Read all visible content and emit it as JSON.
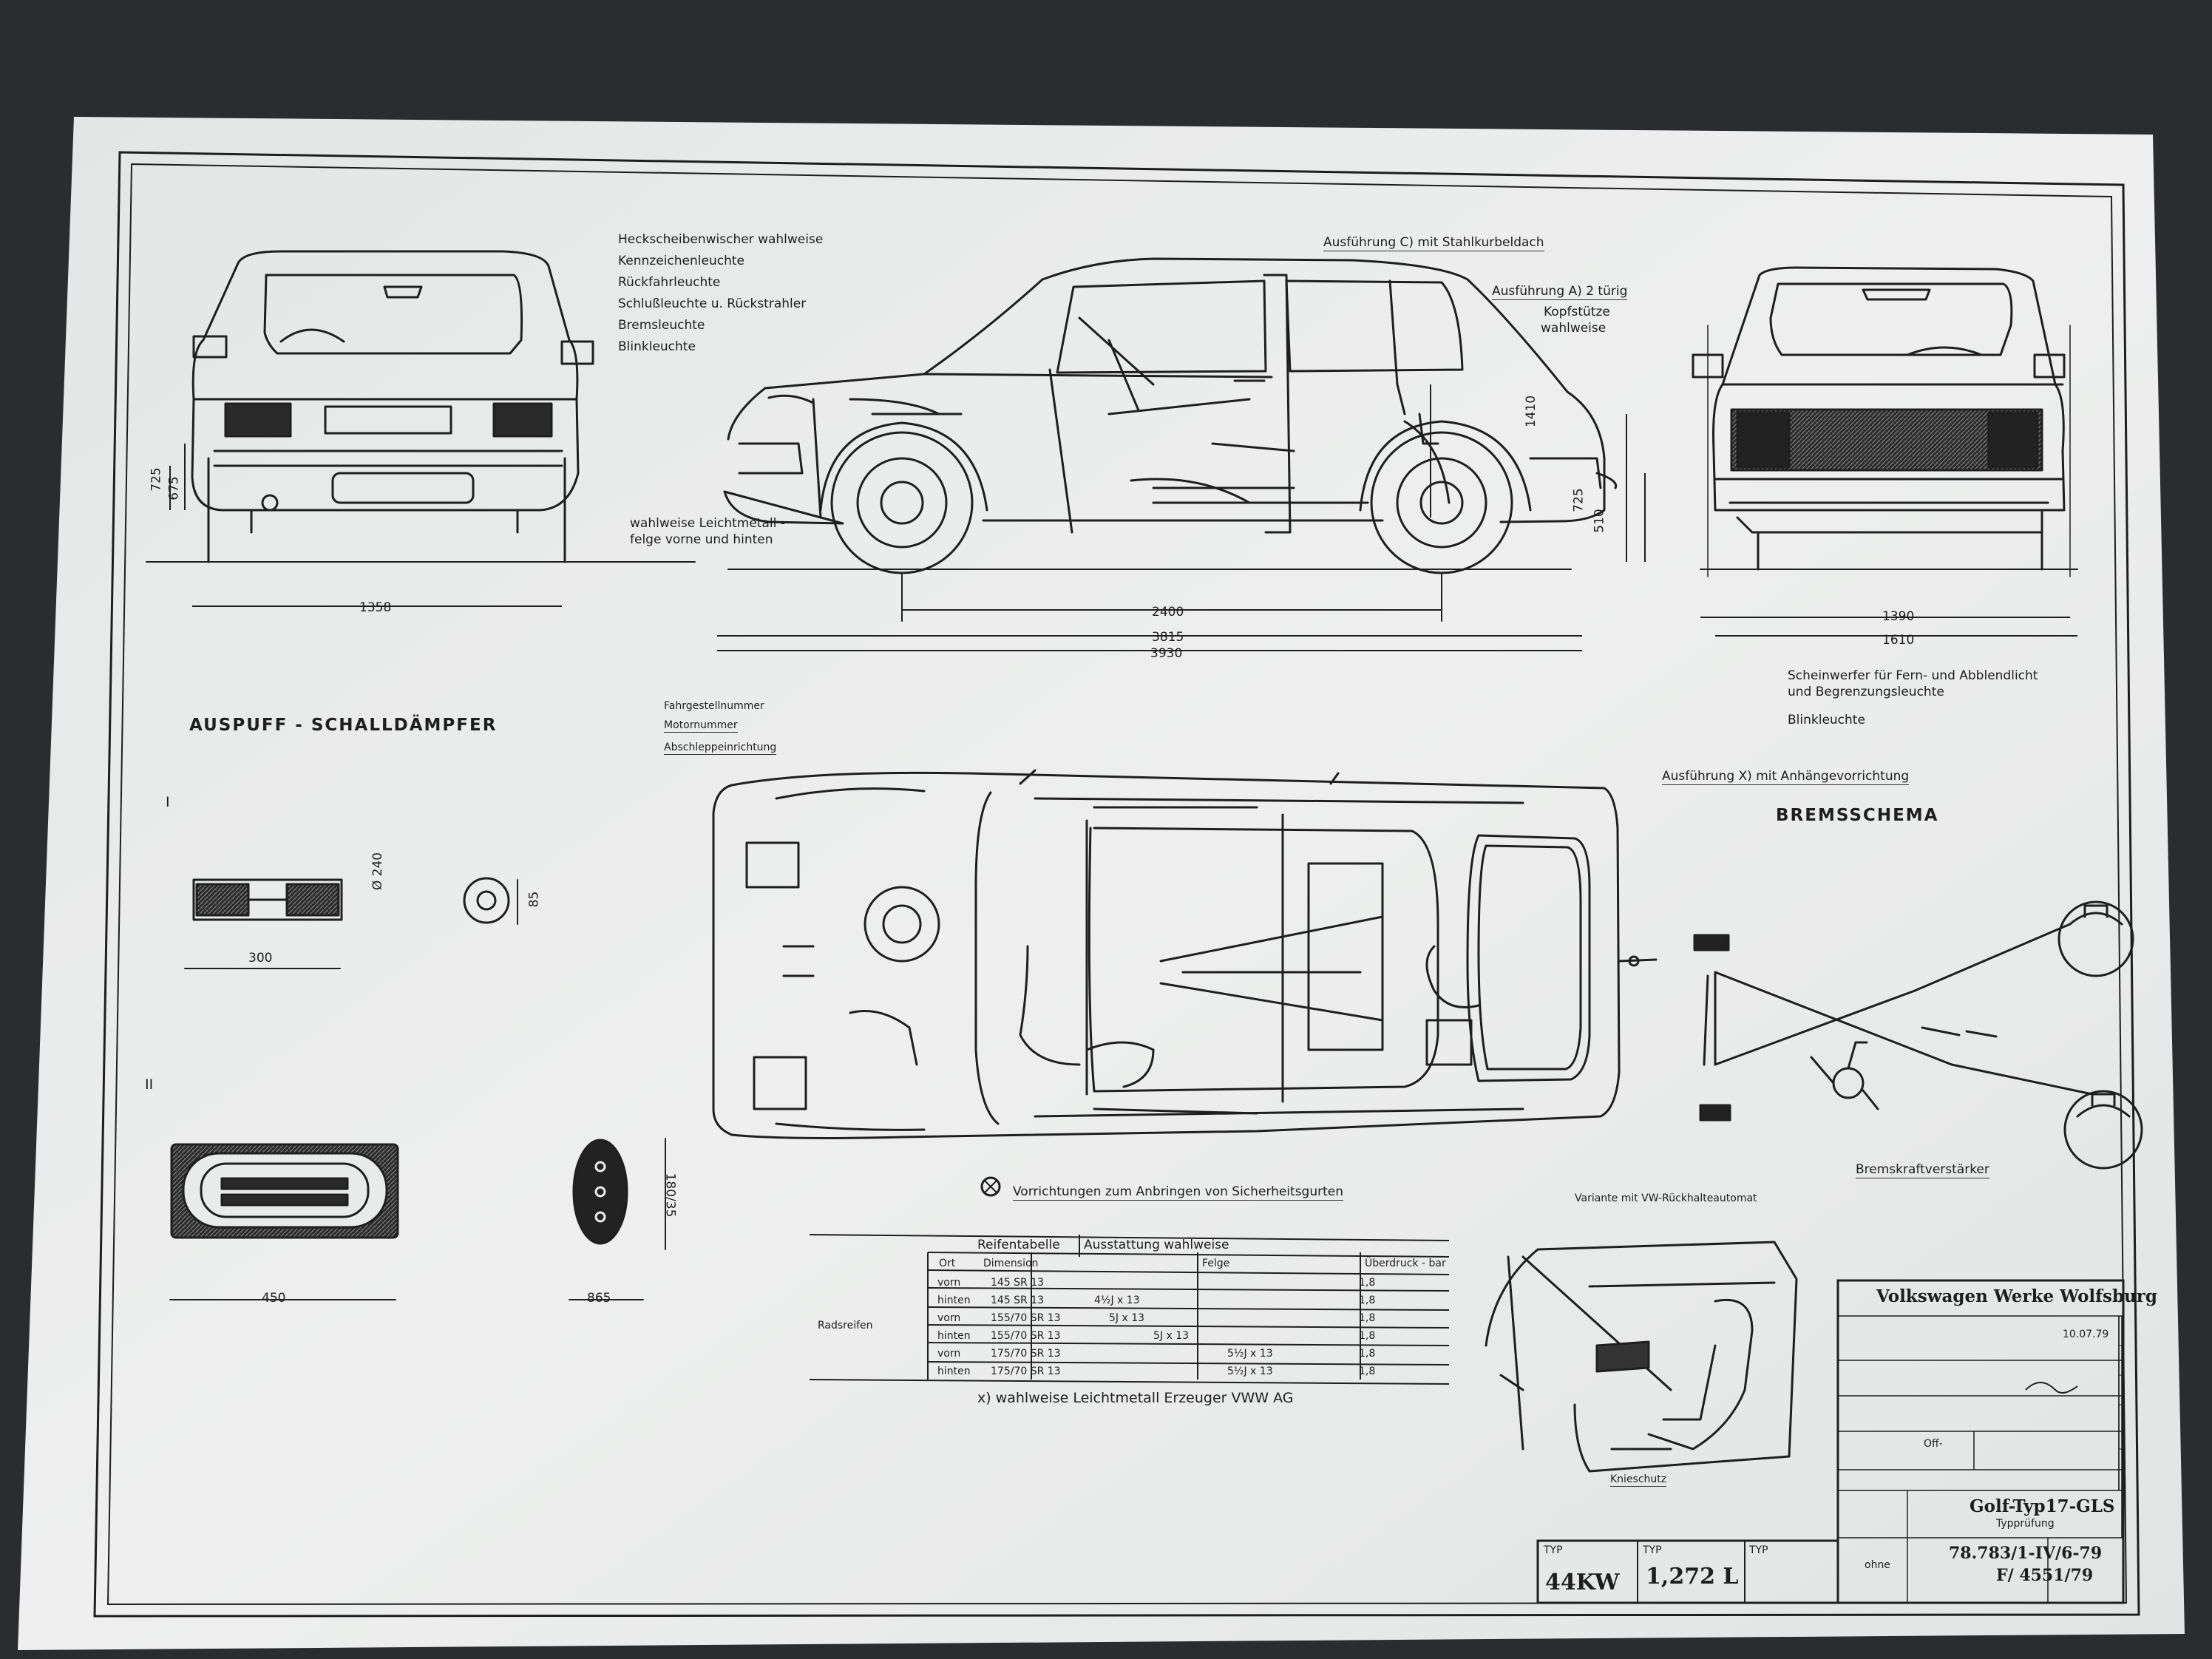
{
  "rear_view_labels": [
    "Heckscheibenwischer wahlweise",
    "Kennzeichenleuchte",
    "Rückfahrleuchte",
    "Schlußleuchte u. Rückstrahler",
    "Bremsleuchte",
    "Blinkleuchte"
  ],
  "side_view_labels": {
    "roof_c": "Ausführung C) mit Stahlkurbeldach",
    "roof_a": "Ausführung A) 2 türig",
    "headrest": "Kopfstütze",
    "headrest_opt": "wahlweise",
    "wheel_line1": "wahlweise Leichtmetall -",
    "wheel_line2": "felge vorne und hinten"
  },
  "dimensions": {
    "rear_h1": "725",
    "rear_h2": "675",
    "rear_width": "1358",
    "side_h1": "1410",
    "side_h2": "725",
    "side_h3": "510",
    "wheelbase": "2400",
    "overall_1": "3815",
    "overall_2": "3930",
    "front_w1": "1390",
    "front_w2": "1610",
    "muffler1_len": "300",
    "muffler1_dia": "Ø 240",
    "muffler1_end": "85",
    "muffler2_len": "450",
    "muffler2_w": "865",
    "muffler2_h": "180/35"
  },
  "front_labels": {
    "headlamp1": "Scheinwerfer für Fern- und Abblendlicht",
    "headlamp2": "und Begrenzungsleuchte",
    "indicator": "Blinkleuchte"
  },
  "muffler": {
    "heading": "AUSPUFF - SCHALLDÄMPFER",
    "roman1": "I",
    "roman2": "II"
  },
  "plan_labels": {
    "line1": "Fahrgestellnummer",
    "line2": "Motornummer",
    "line3": "Abschleppeinrichtung",
    "tow": "Ausführung X) mit Anhängevorrichtung",
    "seatbelt": "Vorrichtungen zum Anbringen von Sicherheitsgurten",
    "variant": "Variante mit VW-Rückhalteautomat",
    "knee": "Knieschutz"
  },
  "brake": {
    "heading": "BREMSSCHEMA",
    "booster": "Bremskraftverstärker"
  },
  "tire_table": {
    "title1": "Reifentabelle",
    "title2": "Ausstattung wahlweise",
    "headers": [
      "Ort",
      "Dimension",
      "Felge",
      "Überdruck - bar"
    ],
    "group_label": "Radsreifen",
    "rows": [
      [
        "vorn",
        "145 SR 13",
        "",
        "1,8"
      ],
      [
        "hinten",
        "145 SR 13",
        "4½J x 13",
        "1,8"
      ],
      [
        "vorn",
        "155/70 SR 13",
        "5J x 13",
        "1,8"
      ],
      [
        "hinten",
        "155/70 SR 13",
        "5J x 13",
        "1,8"
      ],
      [
        "vorn",
        "175/70 SR 13",
        "5½J x 13",
        "1,8"
      ],
      [
        "hinten",
        "175/70 SR 13",
        "5½J x 13",
        "1,8"
      ]
    ],
    "footnote": "x) wahlweise Leichtmetall  Erzeuger  VWW AG"
  },
  "title_block": {
    "company": "Volkswagen Werke Wolfsburg",
    "date": "10.07.79",
    "model": "Golf-Typ17-GLS",
    "subtitle": "Typprüfung",
    "drawing_no": "78.783/1-IV/6-79",
    "ref_no": "F/ 4551/79",
    "scale": "ohne",
    "off": "Off-"
  },
  "type_boxes": [
    {
      "label": "TYP",
      "value": "44KW"
    },
    {
      "label": "TYP",
      "value": "1,272 L"
    },
    {
      "label": "TYP",
      "value": ""
    }
  ],
  "colors": {
    "paper": "#e9ebea",
    "ink": "#1e1e1e",
    "backdrop": "#2a2c30"
  }
}
